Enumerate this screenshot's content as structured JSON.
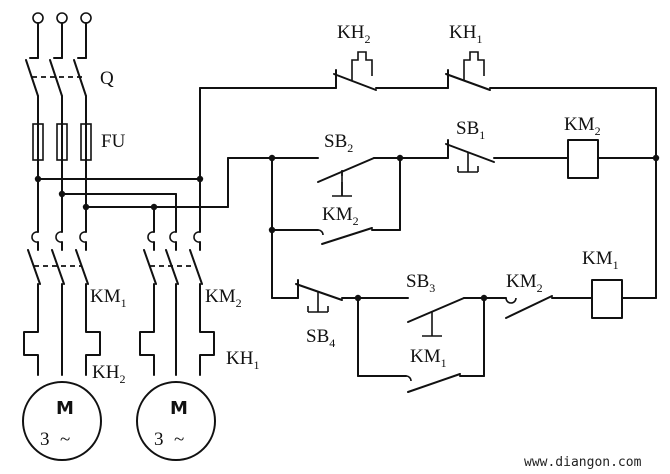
{
  "labels": {
    "q": "Q",
    "fu": "FU",
    "km1_main": {
      "base": "KM",
      "sub": "1"
    },
    "km2_main": {
      "base": "KM",
      "sub": "2"
    },
    "kh2_main": {
      "base": "KH",
      "sub": "2"
    },
    "kh1_main": {
      "base": "KH",
      "sub": "1"
    },
    "kh2_ctrl": {
      "base": "KH",
      "sub": "2"
    },
    "kh1_ctrl": {
      "base": "KH",
      "sub": "1"
    },
    "sb2": {
      "base": "SB",
      "sub": "2"
    },
    "sb1": {
      "base": "SB",
      "sub": "1"
    },
    "km2_coil": {
      "base": "KM",
      "sub": "2"
    },
    "km2_hold": {
      "base": "KM",
      "sub": "2"
    },
    "sb3": {
      "base": "SB",
      "sub": "3"
    },
    "km2_nc": {
      "base": "KM",
      "sub": "2"
    },
    "km1_coil": {
      "base": "KM",
      "sub": "1"
    },
    "sb4": {
      "base": "SB",
      "sub": "4"
    },
    "km1_hold": {
      "base": "KM",
      "sub": "1"
    }
  },
  "motors": {
    "m1": {
      "letter": "M",
      "phase": "3",
      "symbol": "~"
    },
    "m2": {
      "letter": "M",
      "phase": "3",
      "symbol": "~"
    }
  },
  "watermark": "www.diangon.com"
}
